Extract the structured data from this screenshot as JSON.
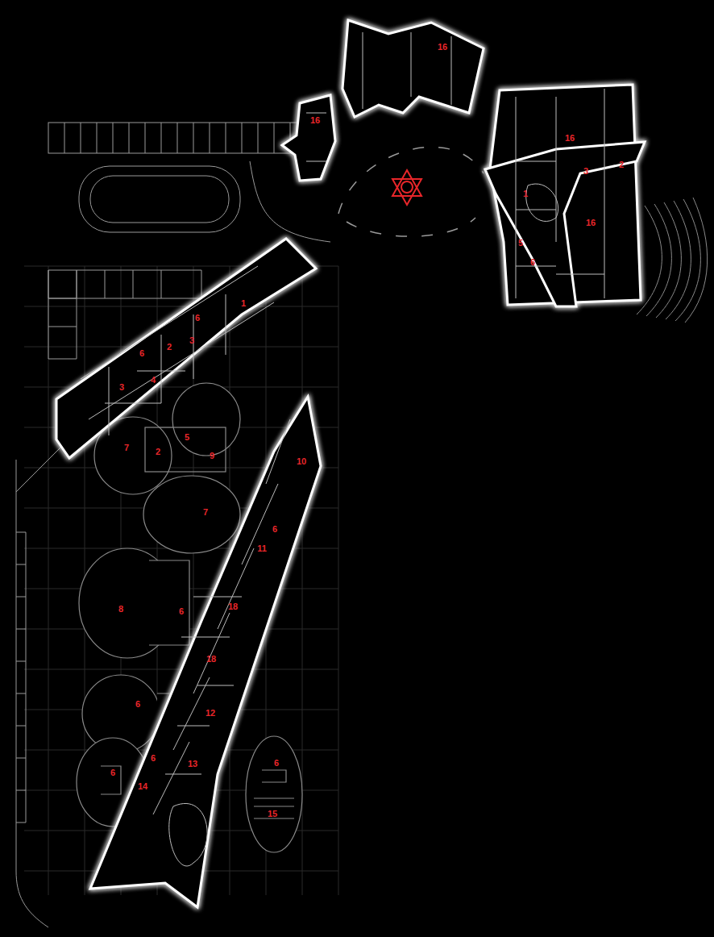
{
  "diagram": {
    "labels": [
      "16",
      "16",
      "16",
      "3",
      "2",
      "1",
      "16",
      "5",
      "6",
      "1",
      "6",
      "2",
      "3",
      "6",
      "4",
      "3",
      "5",
      "7",
      "2",
      "9",
      "10",
      "7",
      "6",
      "11",
      "8",
      "6",
      "18",
      "18",
      "6",
      "12",
      "6",
      "13",
      "6",
      "14",
      "6",
      "15"
    ]
  }
}
